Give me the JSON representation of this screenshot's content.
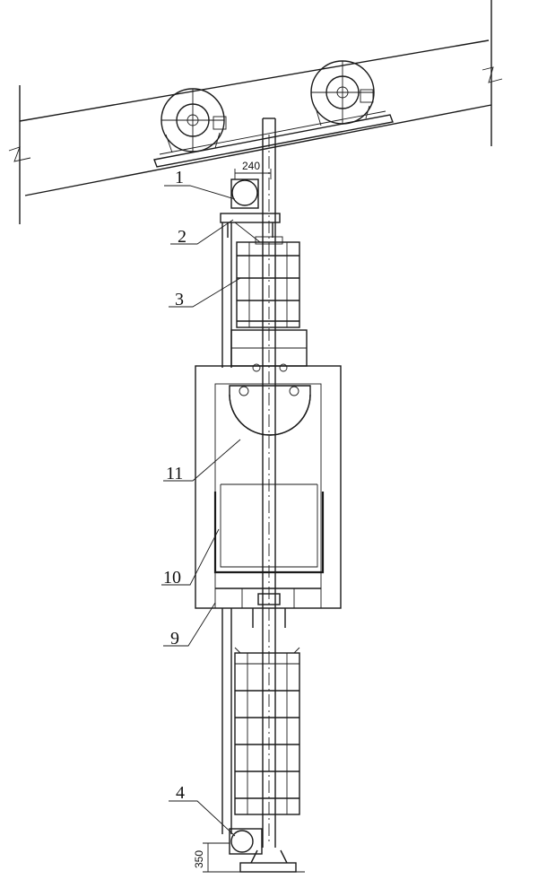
{
  "callouts": [
    {
      "id": "1",
      "text": "1"
    },
    {
      "id": "2",
      "text": "2"
    },
    {
      "id": "3",
      "text": "3"
    },
    {
      "id": "11",
      "text": "11"
    },
    {
      "id": "10",
      "text": "10"
    },
    {
      "id": "9",
      "text": "9"
    },
    {
      "id": "4",
      "text": "4"
    }
  ],
  "dimensions": {
    "top_width": "240",
    "bottom_height": "350"
  }
}
